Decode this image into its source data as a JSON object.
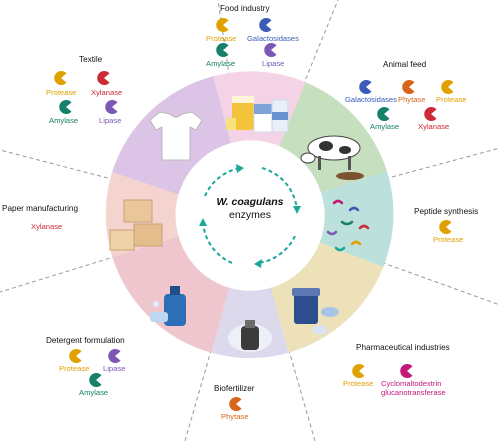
{
  "center": {
    "organism": "W. coagulans",
    "word": "enzymes"
  },
  "colors": {
    "protease": "#e0a000",
    "galactosidases": "#3a5bb8",
    "amylase": "#16806a",
    "lipase": "#7b58b3",
    "xylanase": "#cc2a36",
    "phytase": "#d8651a",
    "cyclomaltodextrin": "#c2187a",
    "arrows": "#1aa89a"
  },
  "sectors": [
    {
      "title": "Food industry",
      "enzymes": [
        "Protease",
        "Galactosidases",
        "Amylase",
        "Lipase"
      ]
    },
    {
      "title": "Animal feed",
      "enzymes": [
        "Galactosidases",
        "Phytase",
        "Protease",
        "Amylase",
        "Xylanase"
      ]
    },
    {
      "title": "Peptide synthesis",
      "enzymes": [
        "Protease"
      ]
    },
    {
      "title": "Pharmaceutical industries",
      "enzymes": [
        "Protease",
        "Cyclomaltodextrin",
        "glucanotransferase"
      ]
    },
    {
      "title": "Biofertilizer",
      "enzymes": [
        "Phytase"
      ]
    },
    {
      "title": "Detergent formulation",
      "enzymes": [
        "Protease",
        "Lipase",
        "Amylase"
      ]
    },
    {
      "title": "Paper manufacturing",
      "enzymes": [
        "Xylanase"
      ]
    },
    {
      "title": "Textile",
      "enzymes": [
        "Protease",
        "Xylanase",
        "Amylase",
        "Lipase"
      ]
    }
  ]
}
